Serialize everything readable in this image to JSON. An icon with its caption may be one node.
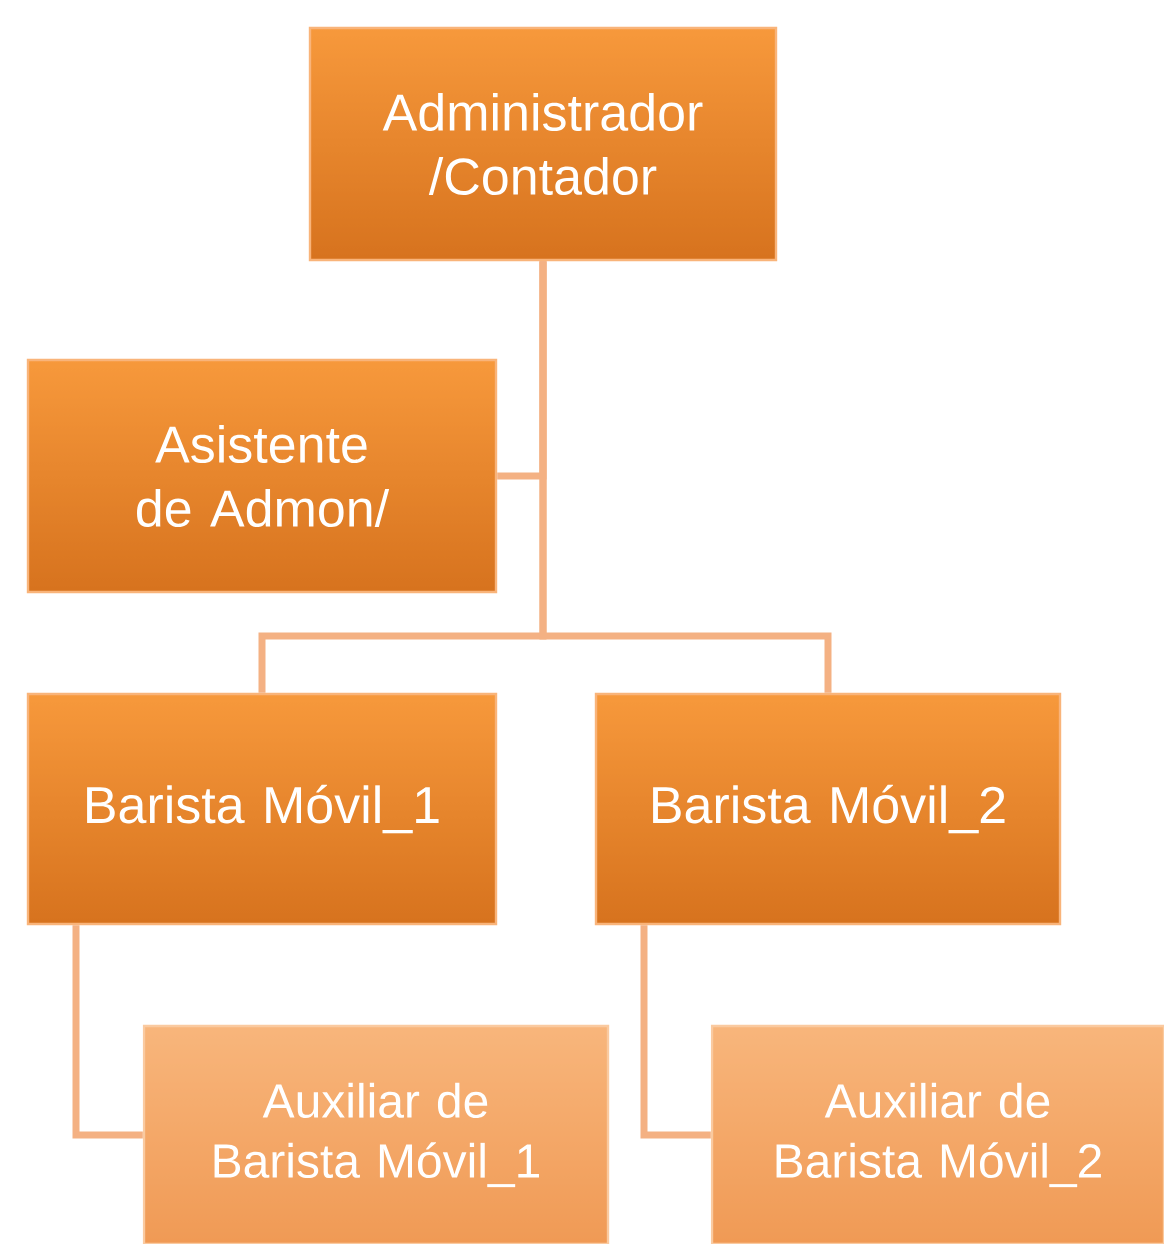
{
  "diagram": {
    "nodes": [
      {
        "text": [
          "Administrador /Contador"
        ]
      },
      {
        "text": [
          "Asistente de Admon/"
        ]
      },
      {
        "text": [
          "Barista Móvil_1"
        ]
      },
      {
        "text": [
          "Barista Móvil_2"
        ]
      },
      {
        "text": [
          "Auxiliar de Barista Móvil_1"
        ]
      },
      {
        "text": [
          "Auxiliar de Barista Móvil_2"
        ]
      }
    ],
    "edges": [
      {
        "from": 0,
        "to": 1,
        "arrow": "none"
      },
      {
        "from": 0,
        "to": 2,
        "arrow": "none"
      },
      {
        "from": 0,
        "to": 3,
        "arrow": "none"
      },
      {
        "from": 2,
        "to": 4,
        "arrow": "none"
      },
      {
        "from": 3,
        "to": 5,
        "arrow": "none"
      }
    ]
  }
}
